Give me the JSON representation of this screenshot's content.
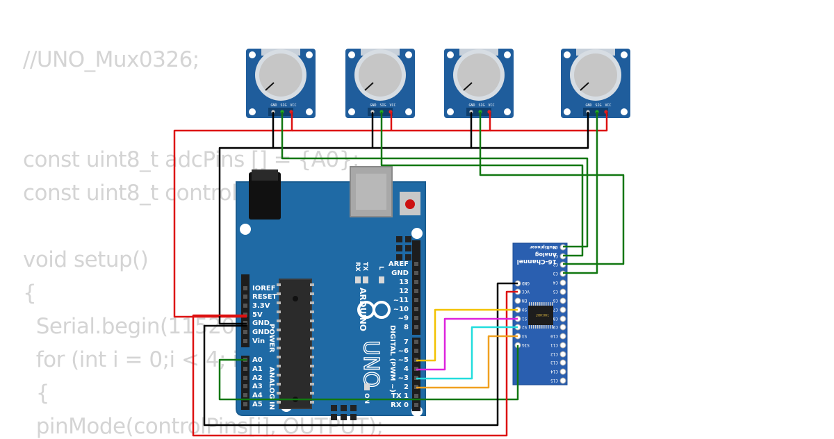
{
  "code_lines": [
    "//UNO_Mux0326;",
    "",
    "",
    "const uint8_t adcPins [] = {A0};",
    "const uint8_t controlPins[] = {",
    "",
    "void setup()",
    "{",
    "  Serial.begin(115200);",
    "  for (int i = 0;i < 4; i++)",
    "  {",
    "  pinMode(controlPins[i], OUTPUT);"
  ],
  "potentiometers": [
    {
      "pins": [
        "GND",
        "SIG",
        "VCC"
      ]
    },
    {
      "pins": [
        "GND",
        "SIG",
        "VCC"
      ]
    },
    {
      "pins": [
        "GND",
        "SIG",
        "VCC"
      ]
    },
    {
      "pins": [
        "GND",
        "SIG",
        "VCC"
      ]
    }
  ],
  "arduino": {
    "brand": "ARDUINO",
    "model": "UNO",
    "power_header_label": "POWER",
    "analog_header_label": "ANALOG IN",
    "digital_header_label": "DIGITAL (PWM ~)",
    "power_pins": [
      "IOREF",
      "RESET",
      "3.3V",
      "5V",
      "GND",
      "GND",
      "Vin"
    ],
    "analog_pins": [
      "A0",
      "A1",
      "A2",
      "A3",
      "A4",
      "A5"
    ],
    "digital_top_pins": [
      "AREF",
      "GND",
      "13",
      "12",
      "~11",
      "~10",
      "~9",
      "8"
    ],
    "digital_bottom_pins": [
      "7",
      "~6",
      "~5",
      "4",
      "~3",
      "2",
      "TX 1",
      "RX 0"
    ],
    "leds": [
      "RX",
      "TX",
      "L",
      "ON"
    ]
  },
  "multiplexer": {
    "title_lines": [
      "16-Channel",
      "Analog",
      "Multiplexer"
    ],
    "left_pins": [
      "GND",
      "VCC",
      "EN",
      "S0",
      "S1",
      "S2",
      "S3",
      "SIG"
    ],
    "right_pins": [
      "C0",
      "C1",
      "C2",
      "C3",
      "C4",
      "C5",
      "C6",
      "C7",
      "C8",
      "C9",
      "C10",
      "C11",
      "C12",
      "C13",
      "C14",
      "C15"
    ],
    "chip_label": "74HC4067"
  },
  "wire_colors": {
    "power": "#dd1111",
    "ground": "#000000",
    "signal": "#117711",
    "s0": "#f2c200",
    "s1": "#dd22dd",
    "s2": "#22dddd",
    "s3": "#f0a020"
  }
}
